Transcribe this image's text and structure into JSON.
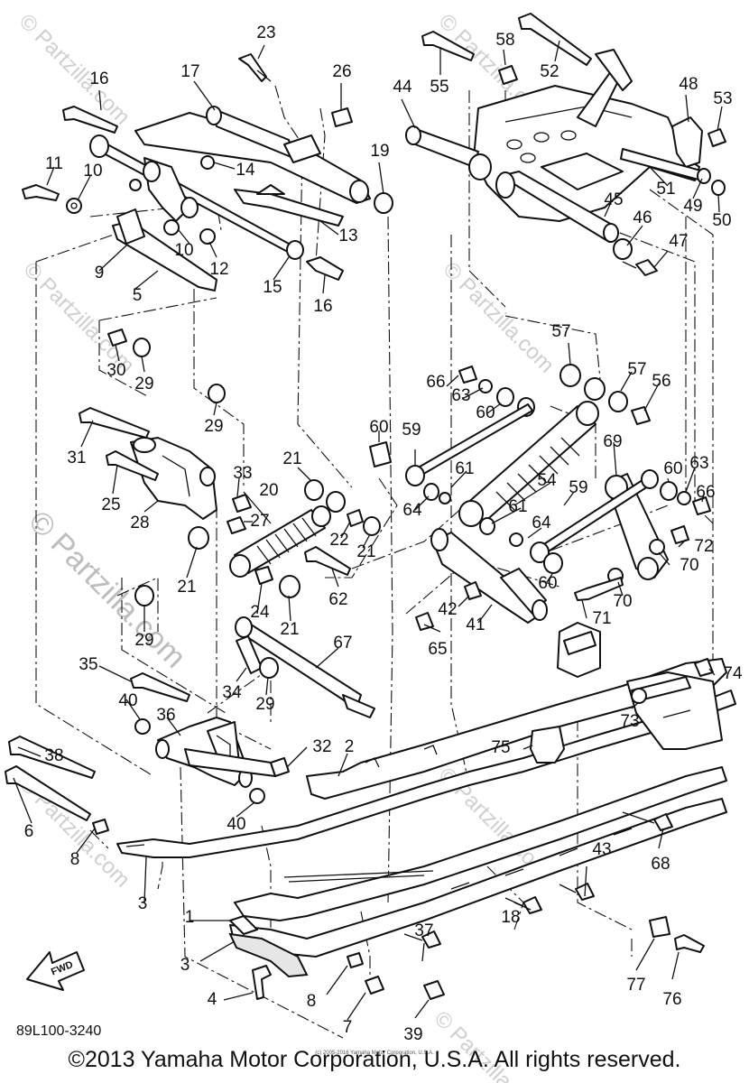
{
  "diagram_code": "89L100-3240",
  "direction_label": "FWD",
  "watermark": {
    "main": "© Partzilla.com",
    "small": "© Partzilla.com"
  },
  "fine_print": "(c) 2005-2016 Yamaha Motor Corporation, U.S.A.",
  "copyright": "©2013 Yamaha Motor Corporation, U.S.A. All rights reserved.",
  "callouts": [
    "1",
    "2",
    "3",
    "3",
    "4",
    "5",
    "6",
    "7",
    "8",
    "8",
    "9",
    "10",
    "10",
    "11",
    "12",
    "13",
    "14",
    "15",
    "16",
    "16",
    "17",
    "18",
    "19",
    "20",
    "21",
    "21",
    "21",
    "21",
    "22",
    "23",
    "24",
    "25",
    "26",
    "27",
    "28",
    "29",
    "29",
    "29",
    "29",
    "30",
    "31",
    "32",
    "33",
    "34",
    "35",
    "36",
    "37",
    "38",
    "39",
    "40",
    "40",
    "41",
    "42",
    "43",
    "44",
    "45",
    "46",
    "47",
    "48",
    "49",
    "50",
    "51",
    "52",
    "53",
    "54",
    "55",
    "56",
    "57",
    "57",
    "58",
    "59",
    "59",
    "60",
    "60",
    "60",
    "60",
    "61",
    "61",
    "62",
    "63",
    "63",
    "64",
    "64",
    "65",
    "66",
    "66",
    "67",
    "68",
    "69",
    "70",
    "70",
    "71",
    "72",
    "73",
    "74",
    "75",
    "76",
    "77"
  ]
}
